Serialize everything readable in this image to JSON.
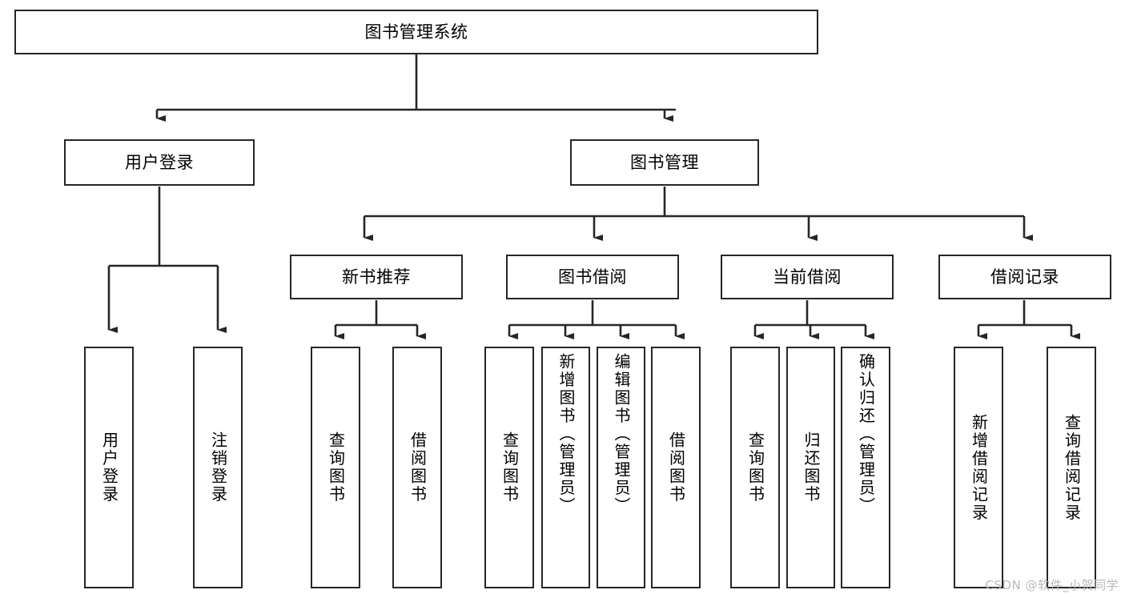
{
  "diagram": {
    "type": "tree",
    "title": "图书管理系统",
    "orientation": "top-down",
    "colors": {
      "stroke": "#262626",
      "fill": "#ffffff",
      "text": "#000000",
      "watermark": "#b8b8b8"
    },
    "root": {
      "label": "图书管理系统"
    },
    "level2": [
      {
        "label": "用户登录"
      },
      {
        "label": "图书管理"
      }
    ],
    "level3": [
      {
        "label": "新书推荐"
      },
      {
        "label": "图书借阅"
      },
      {
        "label": "当前借阅"
      },
      {
        "label": "借阅记录"
      }
    ],
    "leaves": {
      "user_login": [
        {
          "label": "用户登录"
        },
        {
          "label": "注销登录"
        }
      ],
      "new_book_recommend": [
        {
          "label": "查询图书"
        },
        {
          "label": "借阅图书"
        }
      ],
      "book_borrow": [
        {
          "label": "查询图书"
        },
        {
          "label": "新增图书（管理员）"
        },
        {
          "label": "编辑图书（管理员）"
        },
        {
          "label": "借阅图书"
        }
      ],
      "current_borrow": [
        {
          "label": "查询图书"
        },
        {
          "label": "归还图书"
        },
        {
          "label": "确认归还（管理员）"
        }
      ],
      "borrow_record": [
        {
          "label": "新增借阅记录"
        },
        {
          "label": "查询借阅记录"
        }
      ]
    }
  },
  "watermark": {
    "text": "CSDN @软件_小贺同学"
  }
}
